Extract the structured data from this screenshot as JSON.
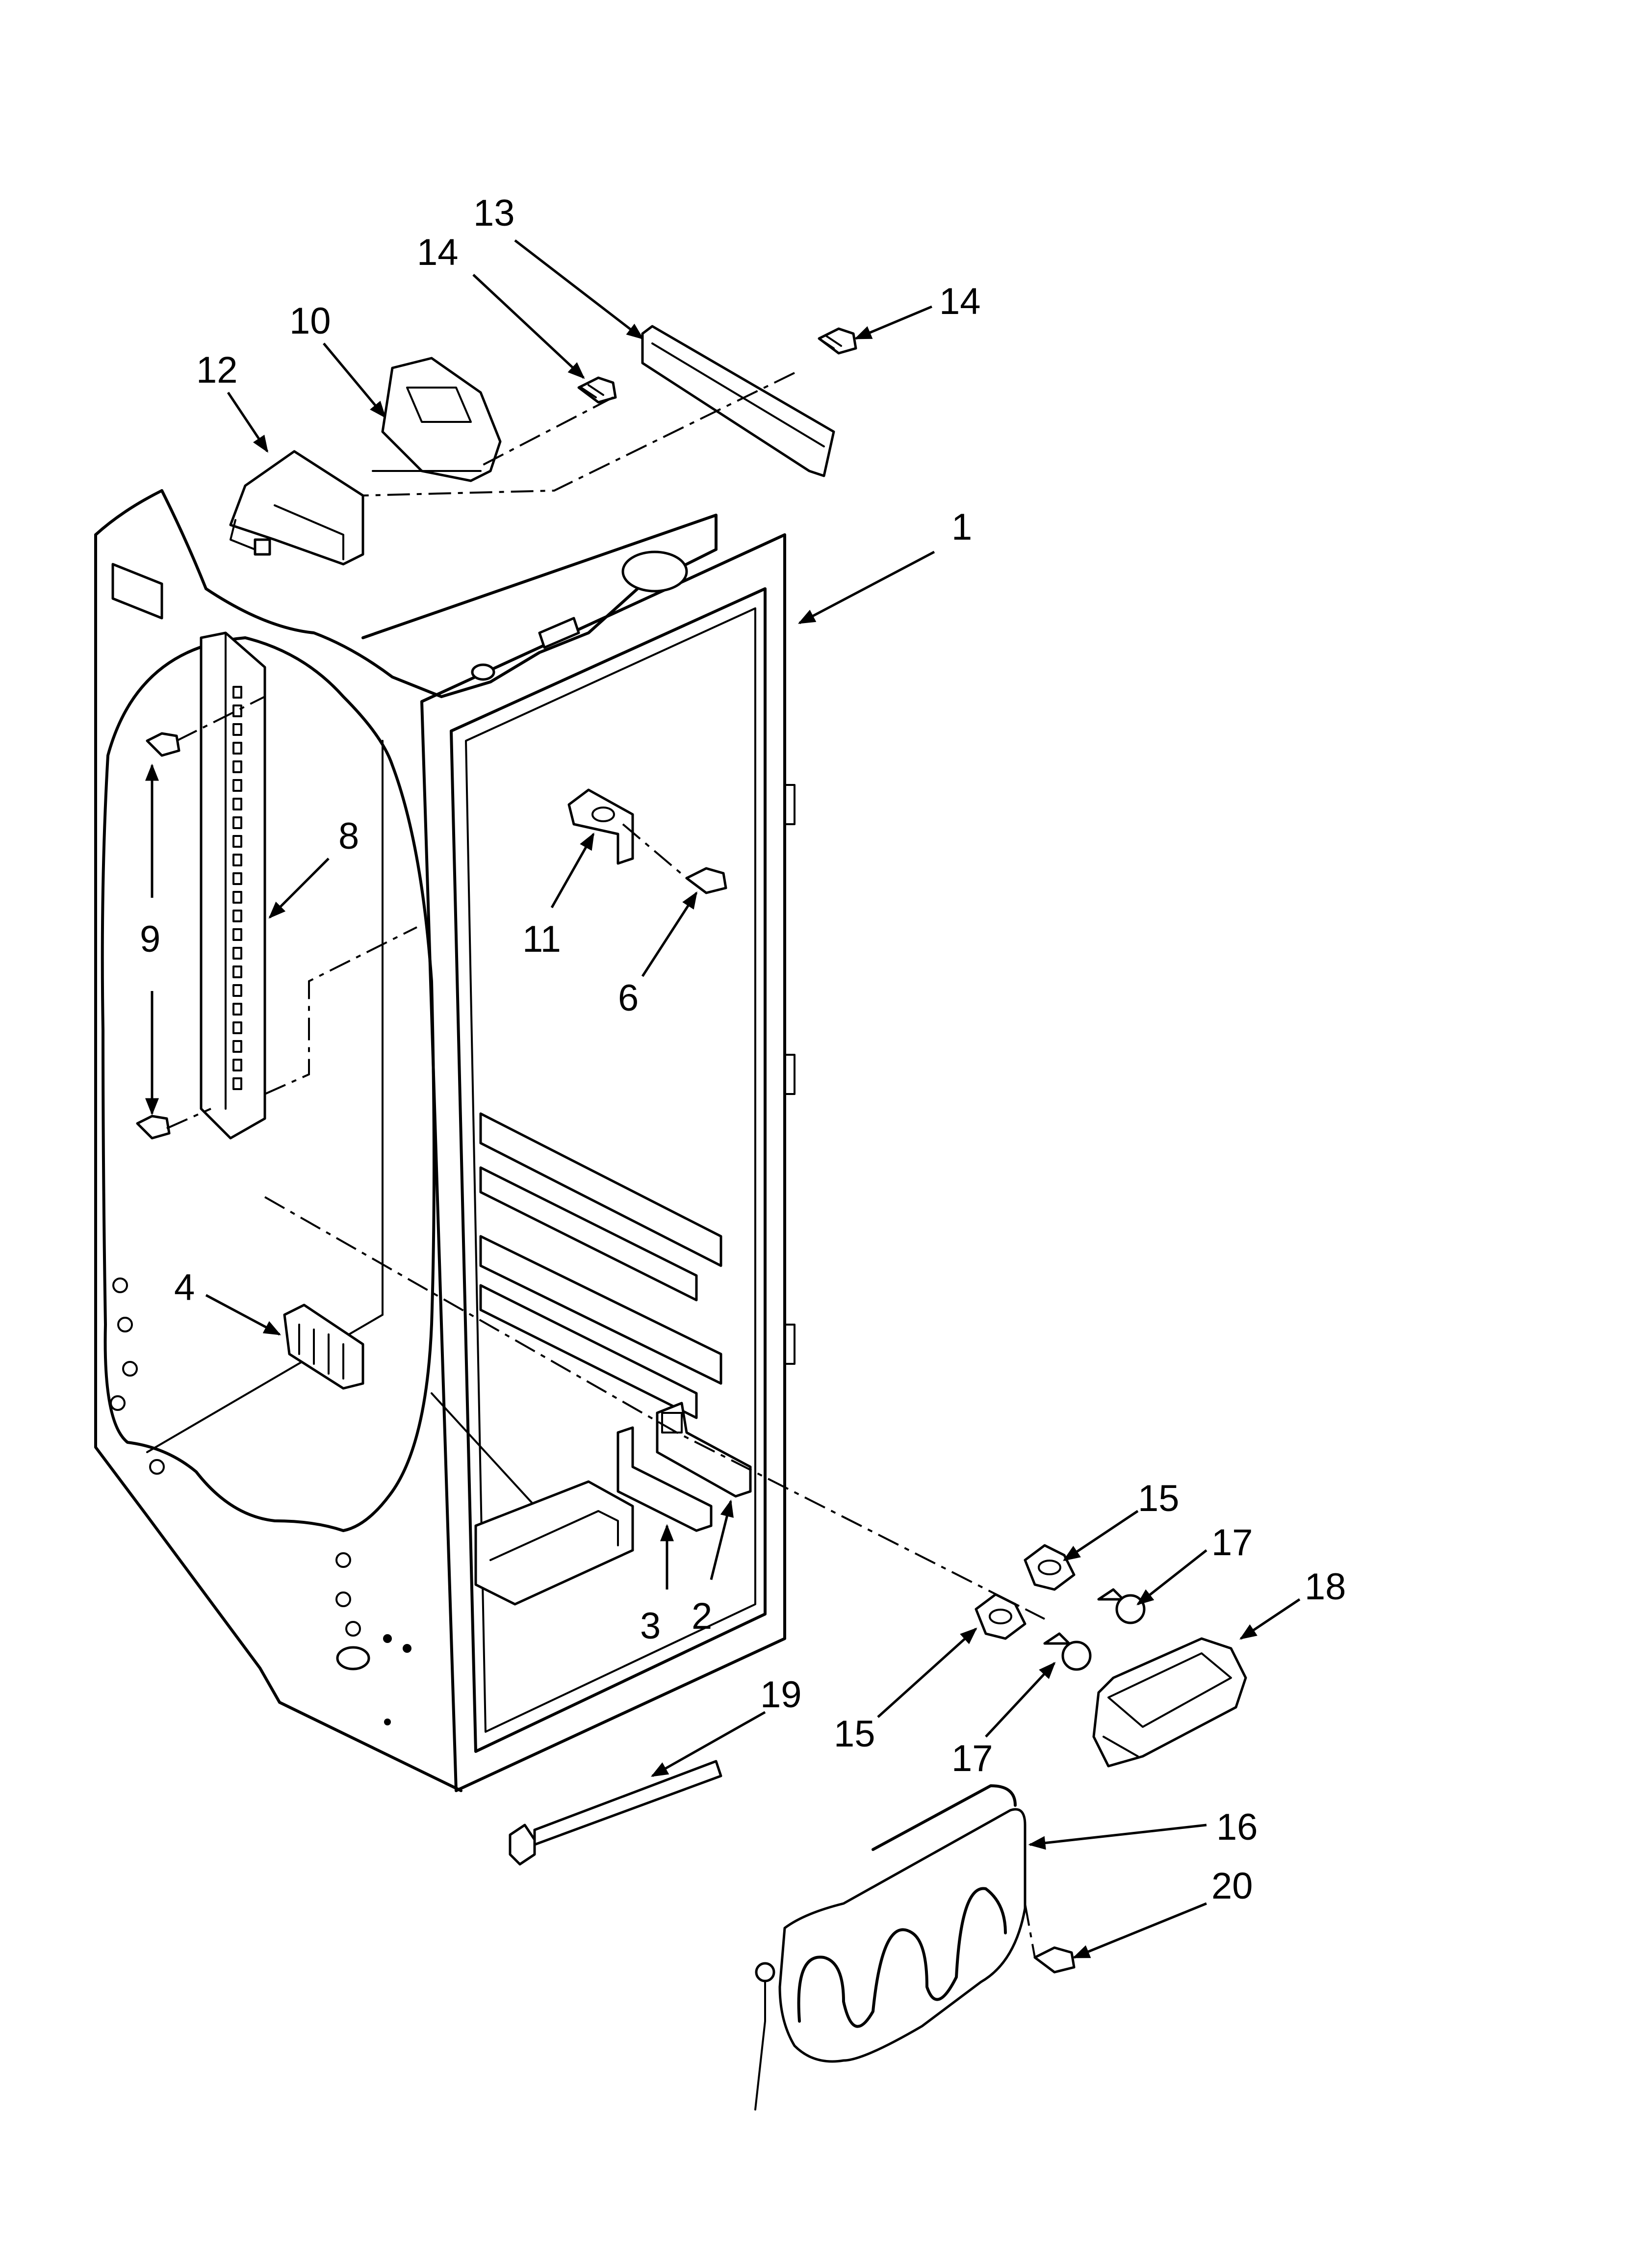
{
  "callouts": [
    {
      "id": "1",
      "label": "1"
    },
    {
      "id": "2",
      "label": "2"
    },
    {
      "id": "3",
      "label": "3"
    },
    {
      "id": "4",
      "label": "4"
    },
    {
      "id": "6",
      "label": "6"
    },
    {
      "id": "8",
      "label": "8"
    },
    {
      "id": "9",
      "label": "9"
    },
    {
      "id": "10",
      "label": "10"
    },
    {
      "id": "11",
      "label": "11"
    },
    {
      "id": "12",
      "label": "12"
    },
    {
      "id": "13",
      "label": "13"
    },
    {
      "id": "14a",
      "label": "14"
    },
    {
      "id": "14b",
      "label": "14"
    },
    {
      "id": "15a",
      "label": "15"
    },
    {
      "id": "15b",
      "label": "15"
    },
    {
      "id": "16",
      "label": "16"
    },
    {
      "id": "17a",
      "label": "17"
    },
    {
      "id": "17b",
      "label": "17"
    },
    {
      "id": "18",
      "label": "18"
    },
    {
      "id": "19",
      "label": "19"
    },
    {
      "id": "20",
      "label": "20"
    }
  ]
}
